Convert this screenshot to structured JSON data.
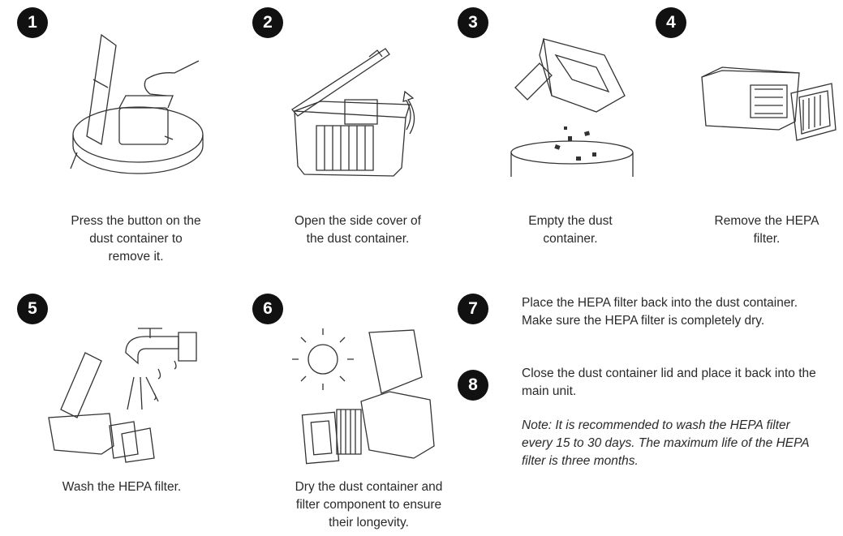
{
  "steps": [
    {
      "number": "1",
      "caption": "Press the button on the dust container to remove it.",
      "illustration": "robot-vacuum-dust-container-removal-illustration"
    },
    {
      "number": "2",
      "caption": "Open the side cover of the dust container.",
      "illustration": "dust-container-open-cover-illustration"
    },
    {
      "number": "3",
      "caption": "Empty the dust container.",
      "illustration": "empty-dust-into-bin-illustration"
    },
    {
      "number": "4",
      "caption": "Remove the HEPA filter.",
      "illustration": "remove-hepa-filter-illustration"
    },
    {
      "number": "5",
      "caption": "Wash the HEPA filter.",
      "illustration": "wash-filter-under-tap-illustration"
    },
    {
      "number": "6",
      "caption": "Dry the dust container and filter component to ensure their longevity.",
      "illustration": "dry-in-sun-illustration"
    },
    {
      "number": "7",
      "text": "Place the HEPA filter back into the dust container. Make sure the HEPA filter is completely dry."
    },
    {
      "number": "8",
      "text": "Close the dust container lid and place it back into the main unit.",
      "note": "Note: It is recommended to wash the HEPA filter every 15 to 30 days. The maximum life of the HEPA filter is three months."
    }
  ]
}
